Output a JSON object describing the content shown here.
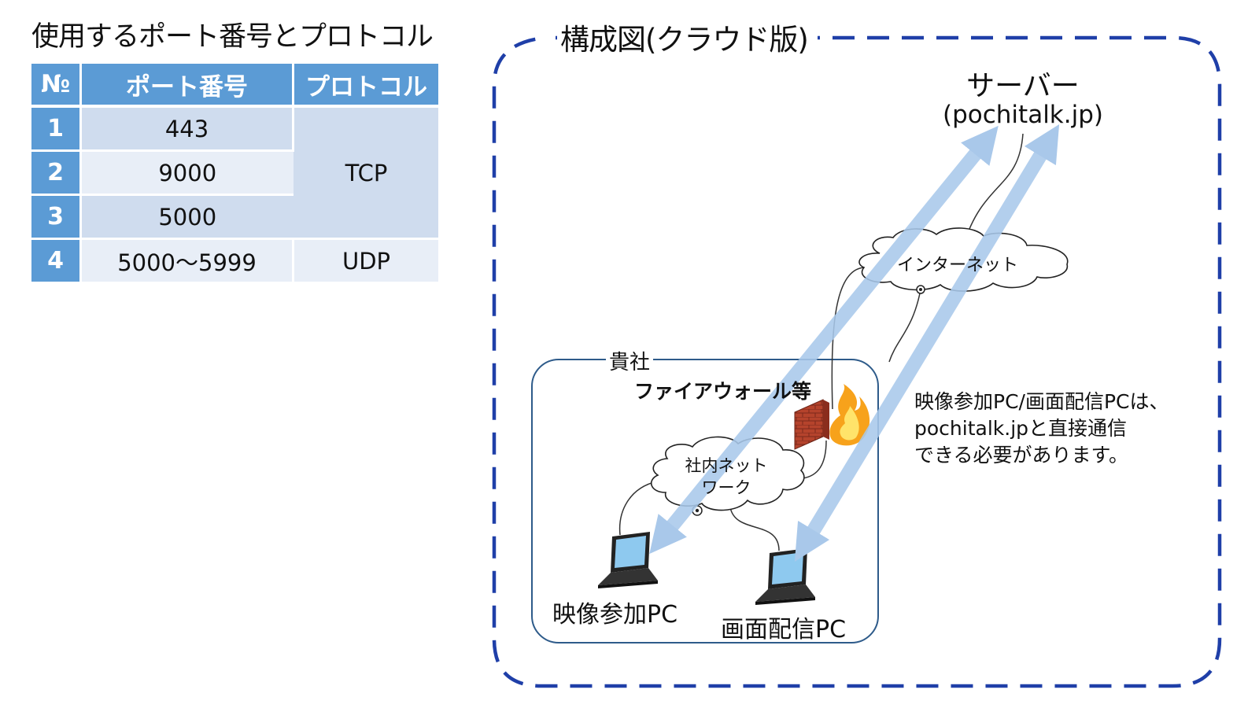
{
  "table": {
    "title": "使用するポート番号とプロトコル",
    "headers": [
      "№",
      "ポート番号",
      "プロトコル"
    ],
    "rows": [
      {
        "no": "1",
        "port": "443"
      },
      {
        "no": "2",
        "port": "9000"
      },
      {
        "no": "3",
        "port": "5000"
      },
      {
        "no": "4",
        "port": "5000〜5999"
      }
    ],
    "tcp_label": "TCP",
    "udp_label": "UDP"
  },
  "diagram": {
    "title": "構成図(クラウド版)",
    "server_title": "サーバー",
    "server_host": "(pochitalk.jp)",
    "internet_label": "インターネット",
    "company_label": "貴社",
    "firewall_label": "ファイアウォール等",
    "intranet_label_line1": "社内ネット",
    "intranet_label_line2": "ワーク",
    "pc1_label": "映像参加PC",
    "pc2_label": "画面配信PC",
    "note_line1": "映像参加PC/画面配信PCは、",
    "note_line2": "pochitalk.jpと直接通信",
    "note_line3": "できる必要があります。"
  },
  "colors": {
    "header_blue": "#5b9bd5",
    "cell_light": "#cfdcee",
    "cell_lighter": "#e8eef7",
    "frame_dash": "#1f3fa8",
    "arrow": "#a9c8ea",
    "company_border": "#2e5b8a",
    "brick": "#b5432c"
  },
  "icons": [
    "laptop-icon",
    "laptop-icon",
    "firewall-icon",
    "cloud-icon",
    "cloud-icon"
  ]
}
